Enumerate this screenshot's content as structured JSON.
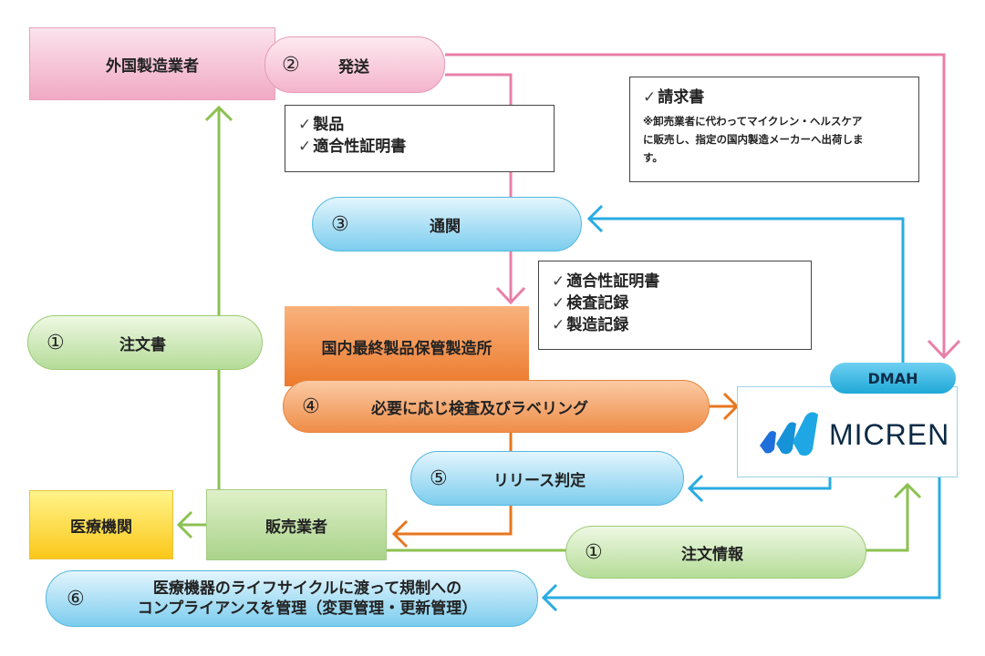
{
  "nodes": {
    "foreign_manufacturer": "外国製造業者",
    "domestic_site": "国内最終製品保管製造所",
    "medical_institution": "医療機関",
    "seller": "販売業者",
    "dmah": "DMAH",
    "micren_logo_text": "MICREN"
  },
  "steps": {
    "ship": {
      "num": "②",
      "label": "発送"
    },
    "customs": {
      "num": "③",
      "label": "通関"
    },
    "order_form": {
      "num": "①",
      "label": "注文書"
    },
    "inspect": {
      "num": "④",
      "label": "必要に応じ検査及びラベリング"
    },
    "release": {
      "num": "⑤",
      "label": "リリース判定"
    },
    "order_info": {
      "num": "①",
      "label": "注文情報"
    },
    "compliance": {
      "num": "⑥",
      "line1": "医療機器のライフサイクルに渡って規制への",
      "line2": "コンプライアンスを管理（変更管理・更新管理）"
    }
  },
  "notes": {
    "shipment_docs": [
      "製品",
      "適合性証明書"
    ],
    "invoice": {
      "title": "請求書",
      "desc_line1": "※卸売業者に代わってマイクレン・ヘルスケア",
      "desc_line2": "に販売し、指定の国内製造メーカーへ出荷しま",
      "desc_line3": "す。"
    },
    "records": [
      "適合性証明書",
      "検査記録",
      "製造記録"
    ],
    "check_mark": "✓"
  },
  "colors": {
    "pink": "#e97fa8",
    "blue": "#29abe2",
    "green": "#8cc151",
    "orange": "#e8761e"
  }
}
